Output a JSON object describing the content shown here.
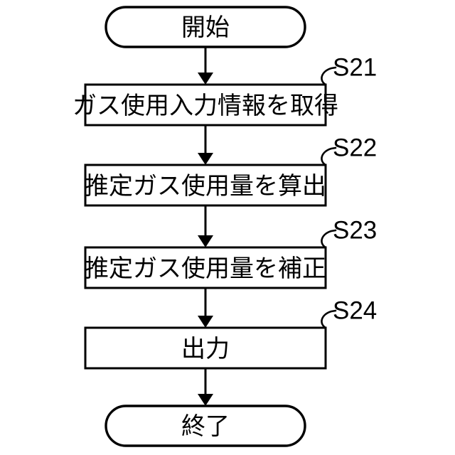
{
  "diagram": {
    "type": "flowchart",
    "orientation": "vertical",
    "background_color": "#ffffff",
    "line_color": "#000000",
    "nodes": [
      {
        "id": "start",
        "shape": "terminator",
        "text": "開始",
        "step_label": ""
      },
      {
        "id": "s21",
        "shape": "process",
        "text": "ガス使用入力情報を取得",
        "step_label": "S21"
      },
      {
        "id": "s22",
        "shape": "process",
        "text": "推定ガス使用量を算出",
        "step_label": "S22"
      },
      {
        "id": "s23",
        "shape": "process",
        "text": "推定ガス使用量を補正",
        "step_label": "S23"
      },
      {
        "id": "s24",
        "shape": "process",
        "text": "出力",
        "step_label": "S24"
      },
      {
        "id": "end",
        "shape": "terminator",
        "text": "終了",
        "step_label": ""
      }
    ],
    "edges": [
      {
        "from": "start",
        "to": "s21",
        "arrow": "down"
      },
      {
        "from": "s21",
        "to": "s22",
        "arrow": "down"
      },
      {
        "from": "s22",
        "to": "s23",
        "arrow": "down"
      },
      {
        "from": "s23",
        "to": "s24",
        "arrow": "down"
      },
      {
        "from": "s24",
        "to": "end",
        "arrow": "down"
      }
    ]
  }
}
